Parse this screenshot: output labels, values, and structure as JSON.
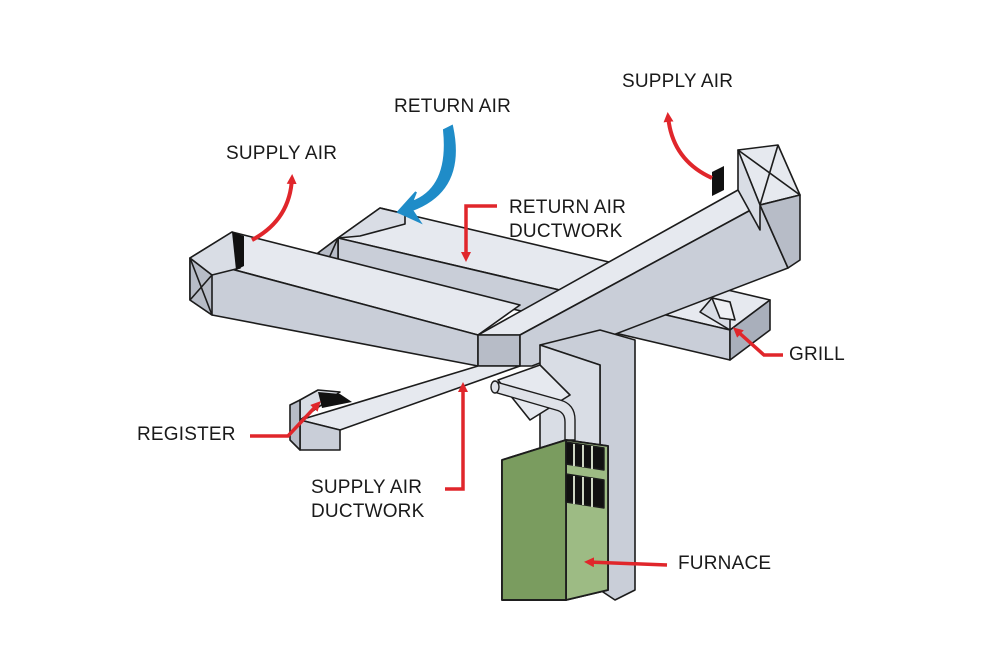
{
  "labels": {
    "supply_air_left": "SUPPLY AIR",
    "return_air": "RETURN AIR",
    "supply_air_right": "SUPPLY AIR",
    "return_air_ductwork_line1": "RETURN AIR",
    "return_air_ductwork_line2": "DUCTWORK",
    "grill": "GRILL",
    "register": "REGISTER",
    "supply_air_ductwork_line1": "SUPPLY AIR",
    "supply_air_ductwork_line2": "DUCTWORK",
    "furnace": "FURNACE"
  },
  "colors": {
    "duct_light": "#e6e9ef",
    "duct_mid": "#c9ced8",
    "duct_dark": "#a9afbb",
    "outline": "#1c1c1c",
    "furnace_front": "#86a86a",
    "furnace_side": "#6f8f56",
    "supply_arrow": "#e0262b",
    "return_arrow": "#1f8cc8",
    "pointer": "#e0262b",
    "register": "#111111"
  }
}
